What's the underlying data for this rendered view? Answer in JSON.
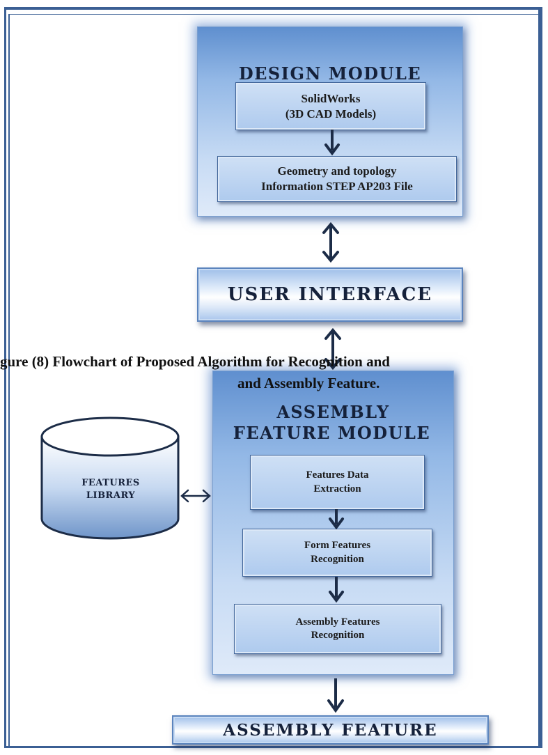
{
  "design_module": {
    "title": "DESIGN MODULE",
    "box1_line1": "SolidWorks",
    "box1_line2": "(3D CAD Models)",
    "box2_line1": "Geometry and topology",
    "box2_line2": "Information STEP AP203 File"
  },
  "user_interface": {
    "label": "USER INTERFACE"
  },
  "caption": {
    "line1": "gure (8) Flowchart of Proposed Algorithm for Recognition and",
    "line2": "and Assembly Feature."
  },
  "assembly_module": {
    "title_line1": "ASSEMBLY",
    "title_line2": "FEATURE MODULE",
    "box1_line1": "Features Data",
    "box1_line2": "Extraction",
    "box2_line1": "Form Features",
    "box2_line2": "Recognition",
    "box3_line1": "Assembly Features",
    "box3_line2": "Recognition"
  },
  "library": {
    "line1": "FEATURES",
    "line2": "LIBRARY"
  },
  "output": {
    "label": "ASSEMBLY FEATURE"
  },
  "colors": {
    "border": "#3b5f94",
    "module_top": "#5f8fcf",
    "module_bottom": "#dfeaf9",
    "text": "#15213a"
  }
}
